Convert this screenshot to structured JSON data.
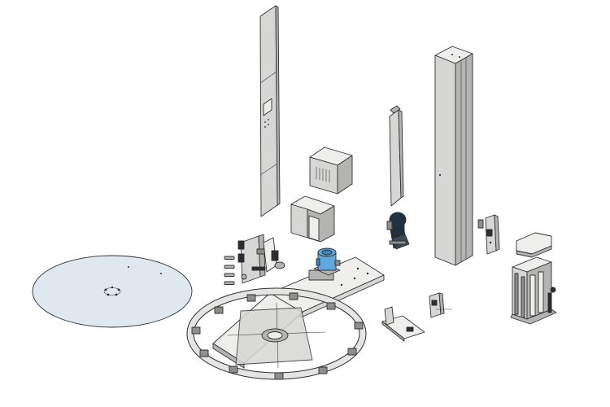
{
  "figure": {
    "kind": "exploded CAD assembly view",
    "background": "#ffffff",
    "colors": {
      "light_part": "#eeeeec",
      "mid_part": "#d6d6d4",
      "shadow_part": "#b4b4b2",
      "dark_part": "#2c2d30",
      "turntable_disc": "#dfe8ee",
      "motor_accent": "#5fa9dc"
    },
    "components": [
      {
        "id": "turntable-disc",
        "icon": "disc-plate"
      },
      {
        "id": "tall-panel",
        "icon": "vertical-panel"
      },
      {
        "id": "control-box",
        "icon": "enclosure-box"
      },
      {
        "id": "bracket-cover",
        "icon": "corner-cover"
      },
      {
        "id": "narrow-strip",
        "icon": "thin-column"
      },
      {
        "id": "mast-column",
        "icon": "mast"
      },
      {
        "id": "gear-motor-dark",
        "icon": "motor"
      },
      {
        "id": "roller-assembly",
        "icon": "roller-bracket"
      },
      {
        "id": "bolt-kit",
        "icon": "bolts"
      },
      {
        "id": "drive-motor-blue",
        "icon": "motor"
      },
      {
        "id": "base-frame",
        "icon": "frame"
      },
      {
        "id": "ring-track",
        "icon": "ring"
      },
      {
        "id": "base-plate-flange",
        "icon": "flange"
      },
      {
        "id": "limit-switch-bracket",
        "icon": "switch"
      },
      {
        "id": "mounting-bracket",
        "icon": "bracket"
      },
      {
        "id": "small-bracket",
        "icon": "bracket"
      },
      {
        "id": "carriage-cover",
        "icon": "cap"
      },
      {
        "id": "film-carriage",
        "icon": "carriage"
      }
    ]
  }
}
